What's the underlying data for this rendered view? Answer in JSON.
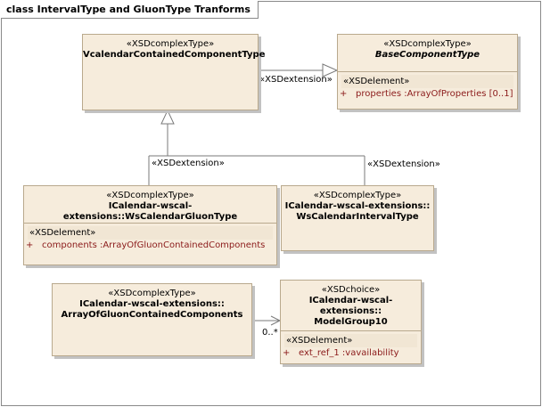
{
  "diagram": {
    "title": "class IntervalType and GluonType Tranforms"
  },
  "classes": {
    "vcal": {
      "stereotype": "«XSDcomplexType»",
      "name": "VcalendarContainedComponentType"
    },
    "base": {
      "stereotype": "«XSDcomplexType»",
      "name": "BaseComponentType",
      "section": "«XSDelement»",
      "attr_vis": "+",
      "attr": "properties  :ArrayOfProperties [0..1]"
    },
    "gluon": {
      "stereotype": "«XSDcomplexType»",
      "name": "ICalendar-wscal-extensions::WsCalendarGluonType",
      "section": "«XSDelement»",
      "attr_vis": "+",
      "attr": "components  :ArrayOfGluonContainedComponents"
    },
    "interval": {
      "stereotype": "«XSDcomplexType»",
      "name_line1": "ICalendar-wscal-extensions::",
      "name_line2": "WsCalendarIntervalType"
    },
    "array": {
      "stereotype": "«XSDcomplexType»",
      "name_line1": "ICalendar-wscal-extensions::",
      "name_line2": "ArrayOfGluonContainedComponents"
    },
    "model": {
      "stereotype": "«XSDchoice»",
      "name_line1": "ICalendar-wscal-extensions::",
      "name_line2": "ModelGroup10",
      "section": "«XSDelement»",
      "attr_vis": "+",
      "attr": "ext_ref_1  :vavailability"
    }
  },
  "edges": {
    "ext_base": "«XSDextension»",
    "ext_gluon": "«XSDextension»",
    "ext_interval": "«XSDextension»",
    "multiplicity": "0..*"
  }
}
